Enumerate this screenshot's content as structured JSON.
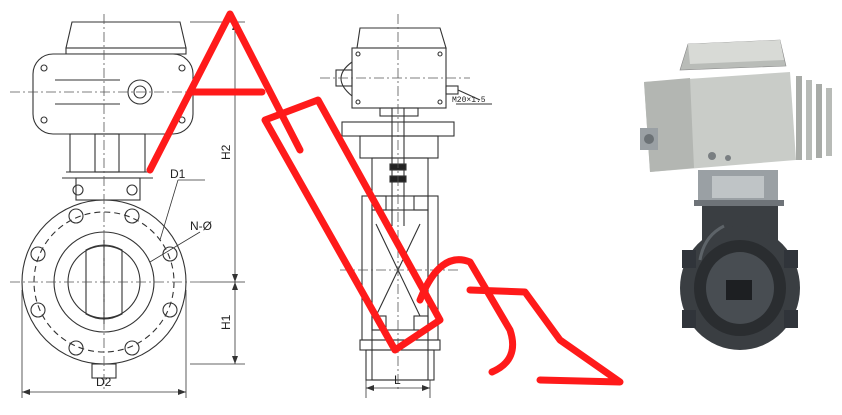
{
  "front_view": {
    "labels": {
      "d1": "D1",
      "n_phi": "N-Ø",
      "h1": "H1",
      "h2": "H2",
      "d2": "D2"
    }
  },
  "side_view": {
    "labels": {
      "thread": "M20×1.5",
      "l": "L"
    }
  },
  "photo": {
    "colors": {
      "actuator": "#c9ccc8",
      "body": "#3a3e42",
      "stem": "#9aa0a4"
    }
  },
  "watermark": {
    "color": "#ff1a1a"
  }
}
